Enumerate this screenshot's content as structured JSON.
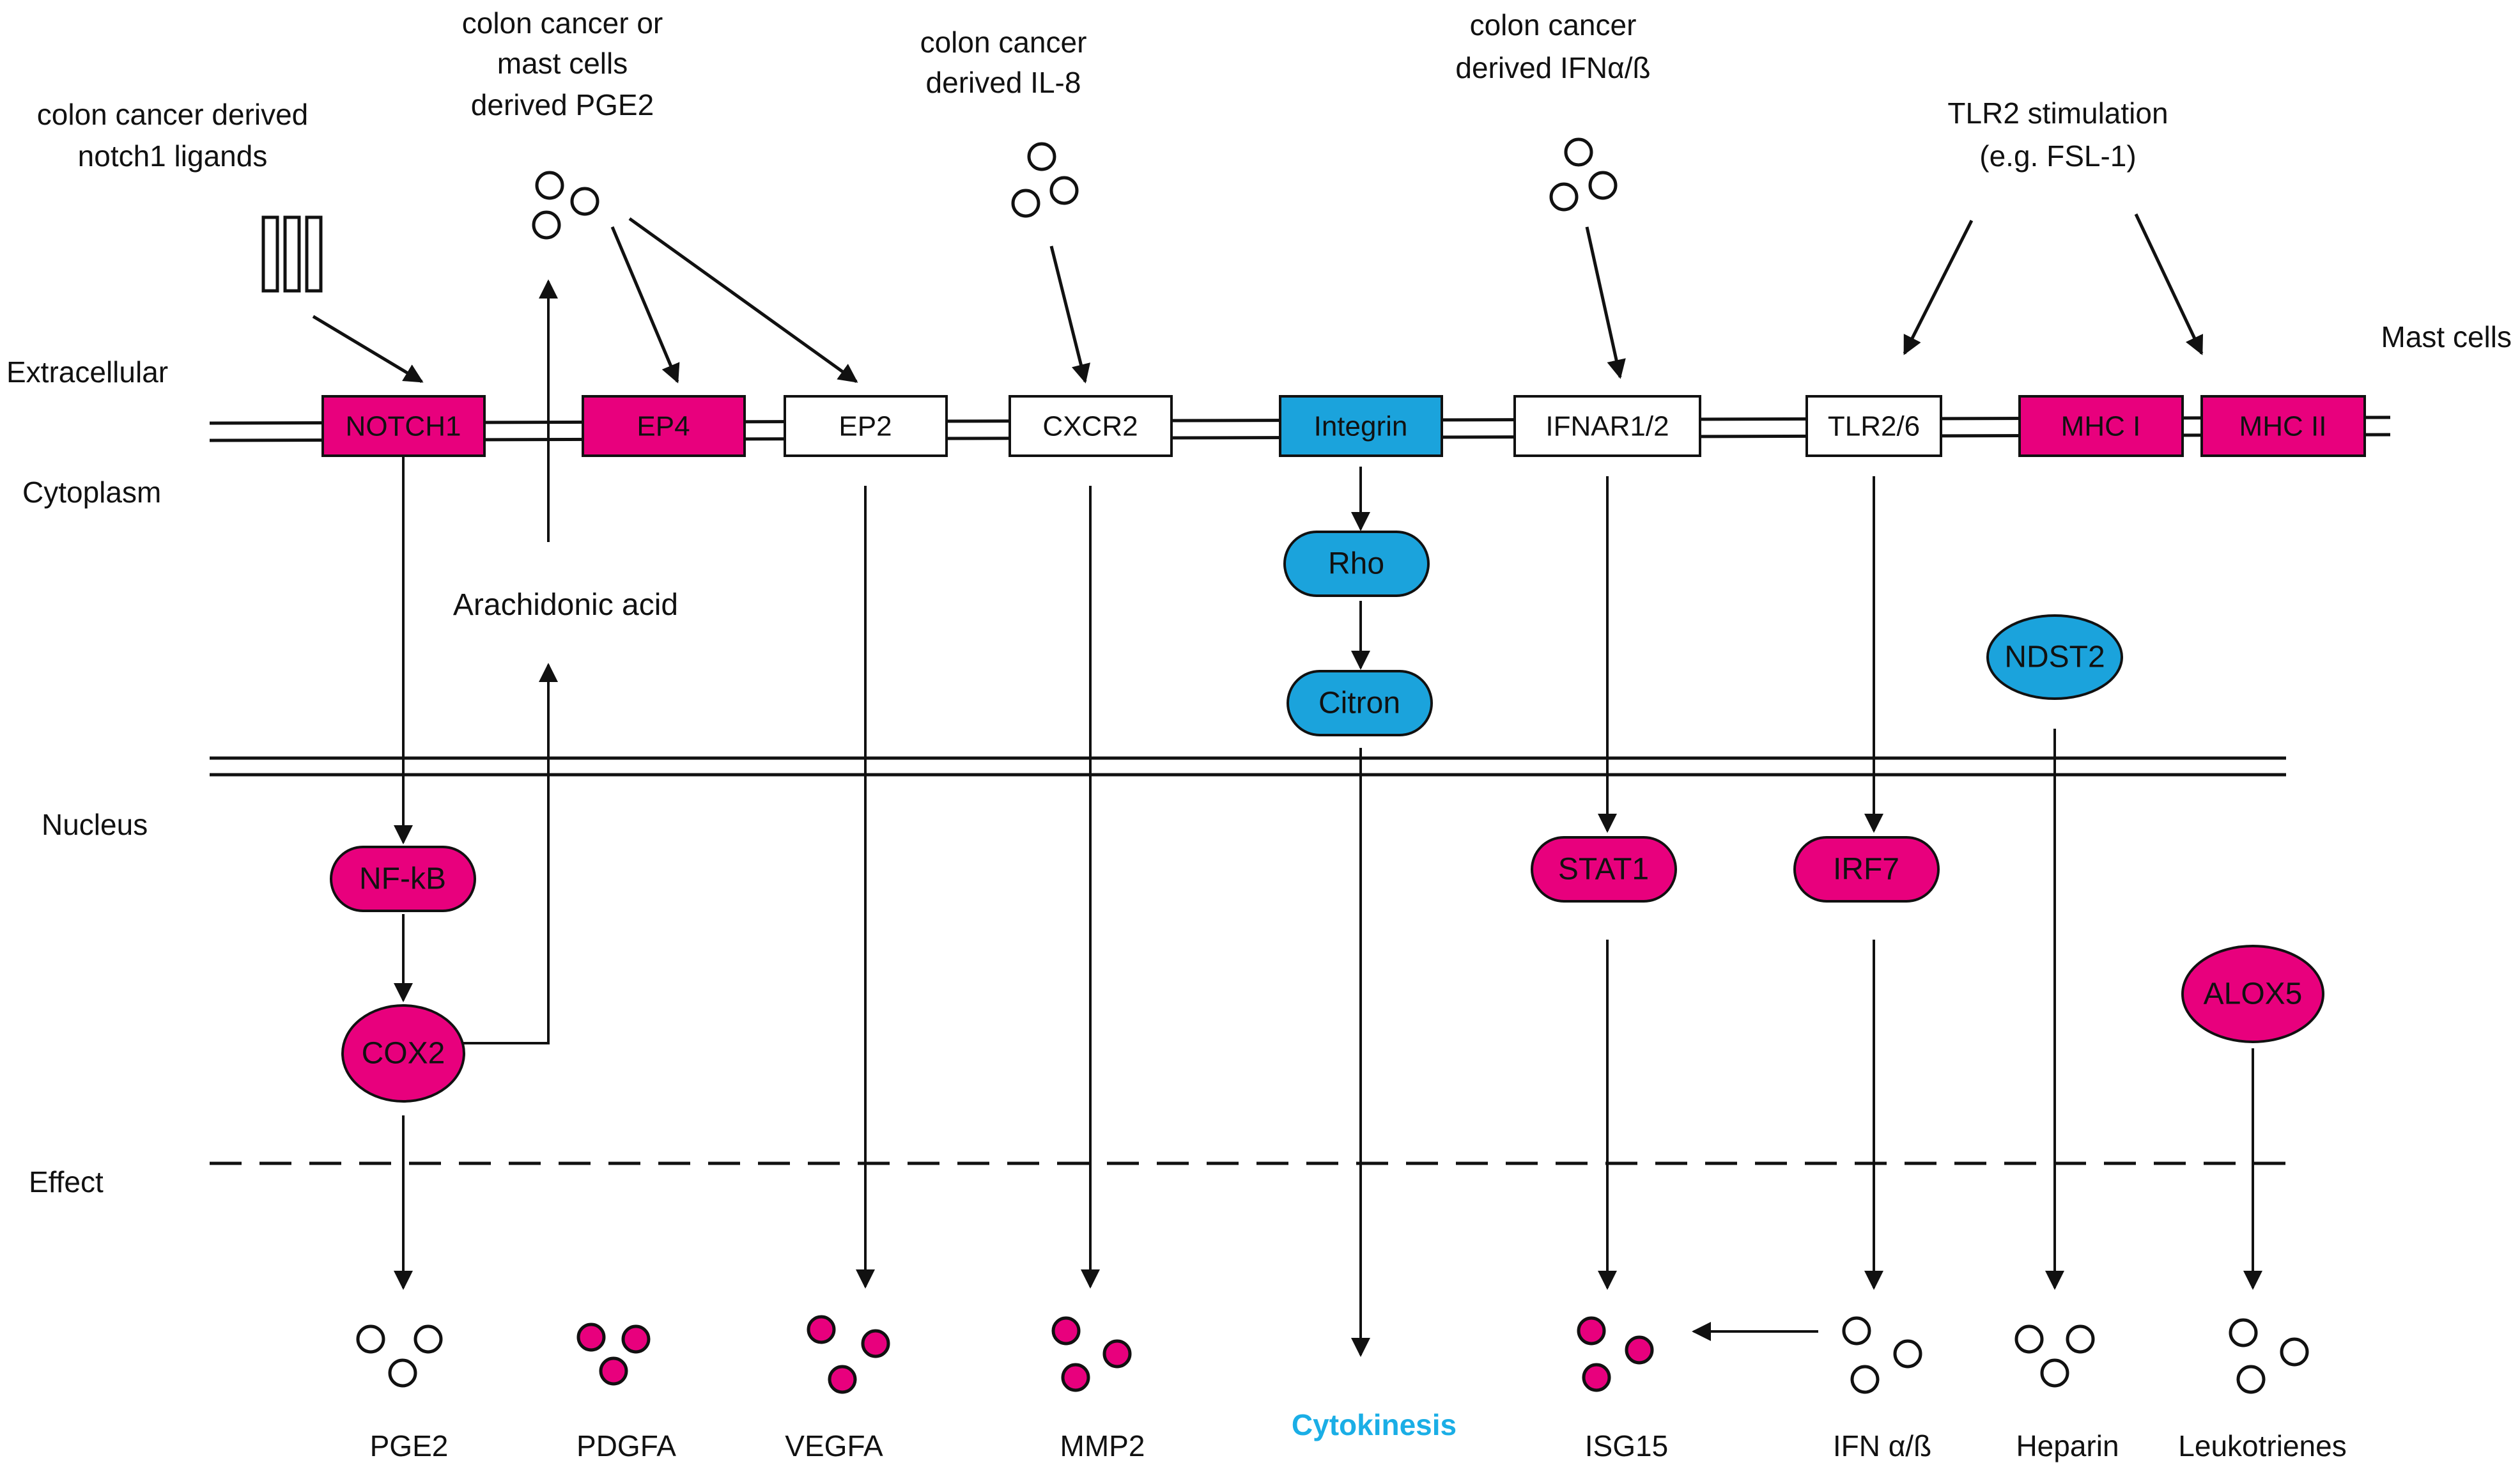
{
  "colors": {
    "magenta": "#e8007d",
    "blue": "#1ba3dc",
    "cytokinesis_text": "#1aaee6",
    "line": "#111111"
  },
  "regions": {
    "extracellular": "Extracellular",
    "cytoplasm": "Cytoplasm",
    "nucleus": "Nucleus",
    "effect": "Effect",
    "mast_cells": "Mast cells"
  },
  "sources": {
    "notch1_line1": "colon cancer derived",
    "notch1_line2": "notch1 ligands",
    "pge2_line1": "colon cancer or",
    "pge2_line2": "mast cells",
    "pge2_line3": "derived PGE2",
    "il8_line1": "colon cancer",
    "il8_line2": "derived IL-8",
    "ifn_line1": "colon cancer",
    "ifn_line2": "derived IFNα/ß",
    "tlr2_line1": "TLR2 stimulation",
    "tlr2_line2": "(e.g. FSL-1)"
  },
  "receptors": {
    "notch1": "NOTCH1",
    "ep4": "EP4",
    "ep2": "EP2",
    "cxcr2": "CXCR2",
    "integrin": "Integrin",
    "ifnar": "IFNAR1/2",
    "tlr26": "TLR2/6",
    "mhc1": "MHC I",
    "mhc2": "MHC II"
  },
  "nodes": {
    "rho": "Rho",
    "citron": "Citron",
    "ndst2": "NDST2",
    "nfkb": "NF-kB",
    "cox2": "COX2",
    "stat1": "STAT1",
    "irf7": "IRF7",
    "alox5": "ALOX5",
    "arachidonic_acid": "Arachidonic acid"
  },
  "effects": {
    "pge2": "PGE2",
    "pdgfa": "PDGFA",
    "vegfa": "VEGFA",
    "mmp2": "MMP2",
    "cytokinesis": "Cytokinesis",
    "isg15": "ISG15",
    "ifn": "IFN α/ß",
    "heparin": "Heparin",
    "leukotrienes": "Leukotrienes"
  }
}
